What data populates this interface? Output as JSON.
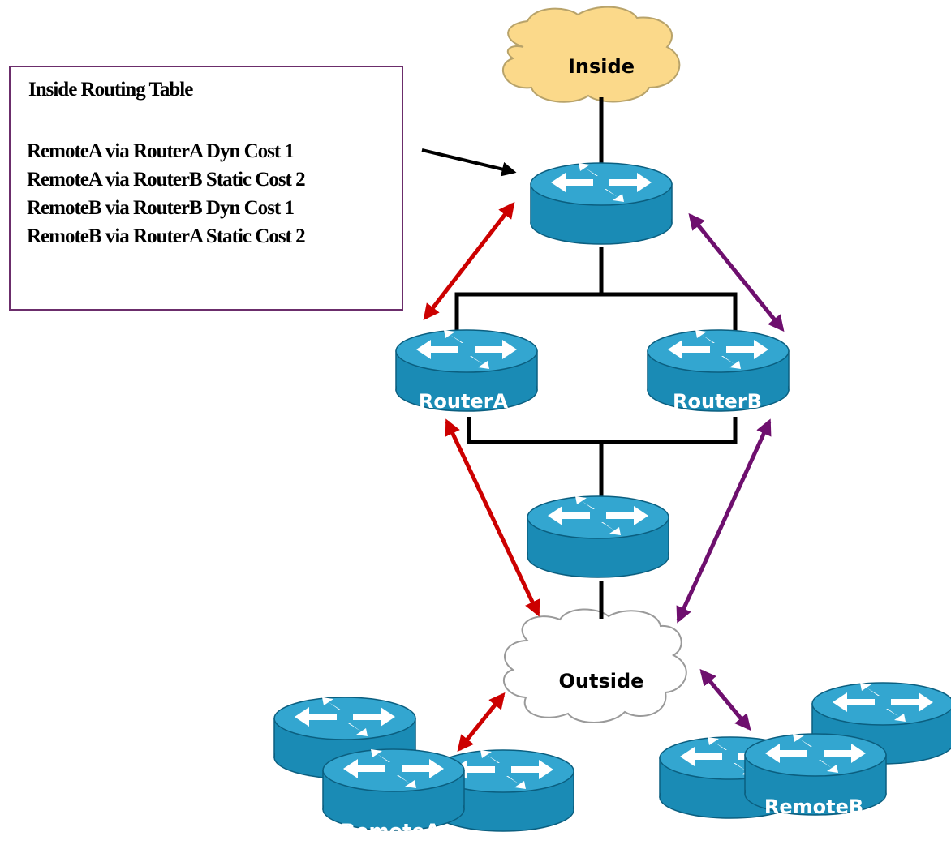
{
  "routing_table": {
    "title": "Inside Routing Table",
    "rows": [
      "RemoteA via RouterA Dyn Cost 1",
      "RemoteA via RouterB  Static Cost 2",
      "RemoteB via RouterB Dyn Cost 1",
      "RemoteB via RouterA  Static Cost 2"
    ]
  },
  "clouds": {
    "inside": "Inside",
    "outside": "Outside"
  },
  "routers": {
    "router_a": "RouterA",
    "router_b": "RouterB",
    "remote_a": "RemoteA",
    "remote_b": "RemoteB"
  },
  "colors": {
    "router_body": "#1a8bb5",
    "router_top": "#33a6d0",
    "router_dark": "#0b5f80",
    "inside_cloud": "#fbd98a",
    "outside_cloud": "#ffffff",
    "red_arrow": "#cc0000",
    "purple_arrow": "#6e0f6e",
    "table_border": "#6b2d6b"
  }
}
